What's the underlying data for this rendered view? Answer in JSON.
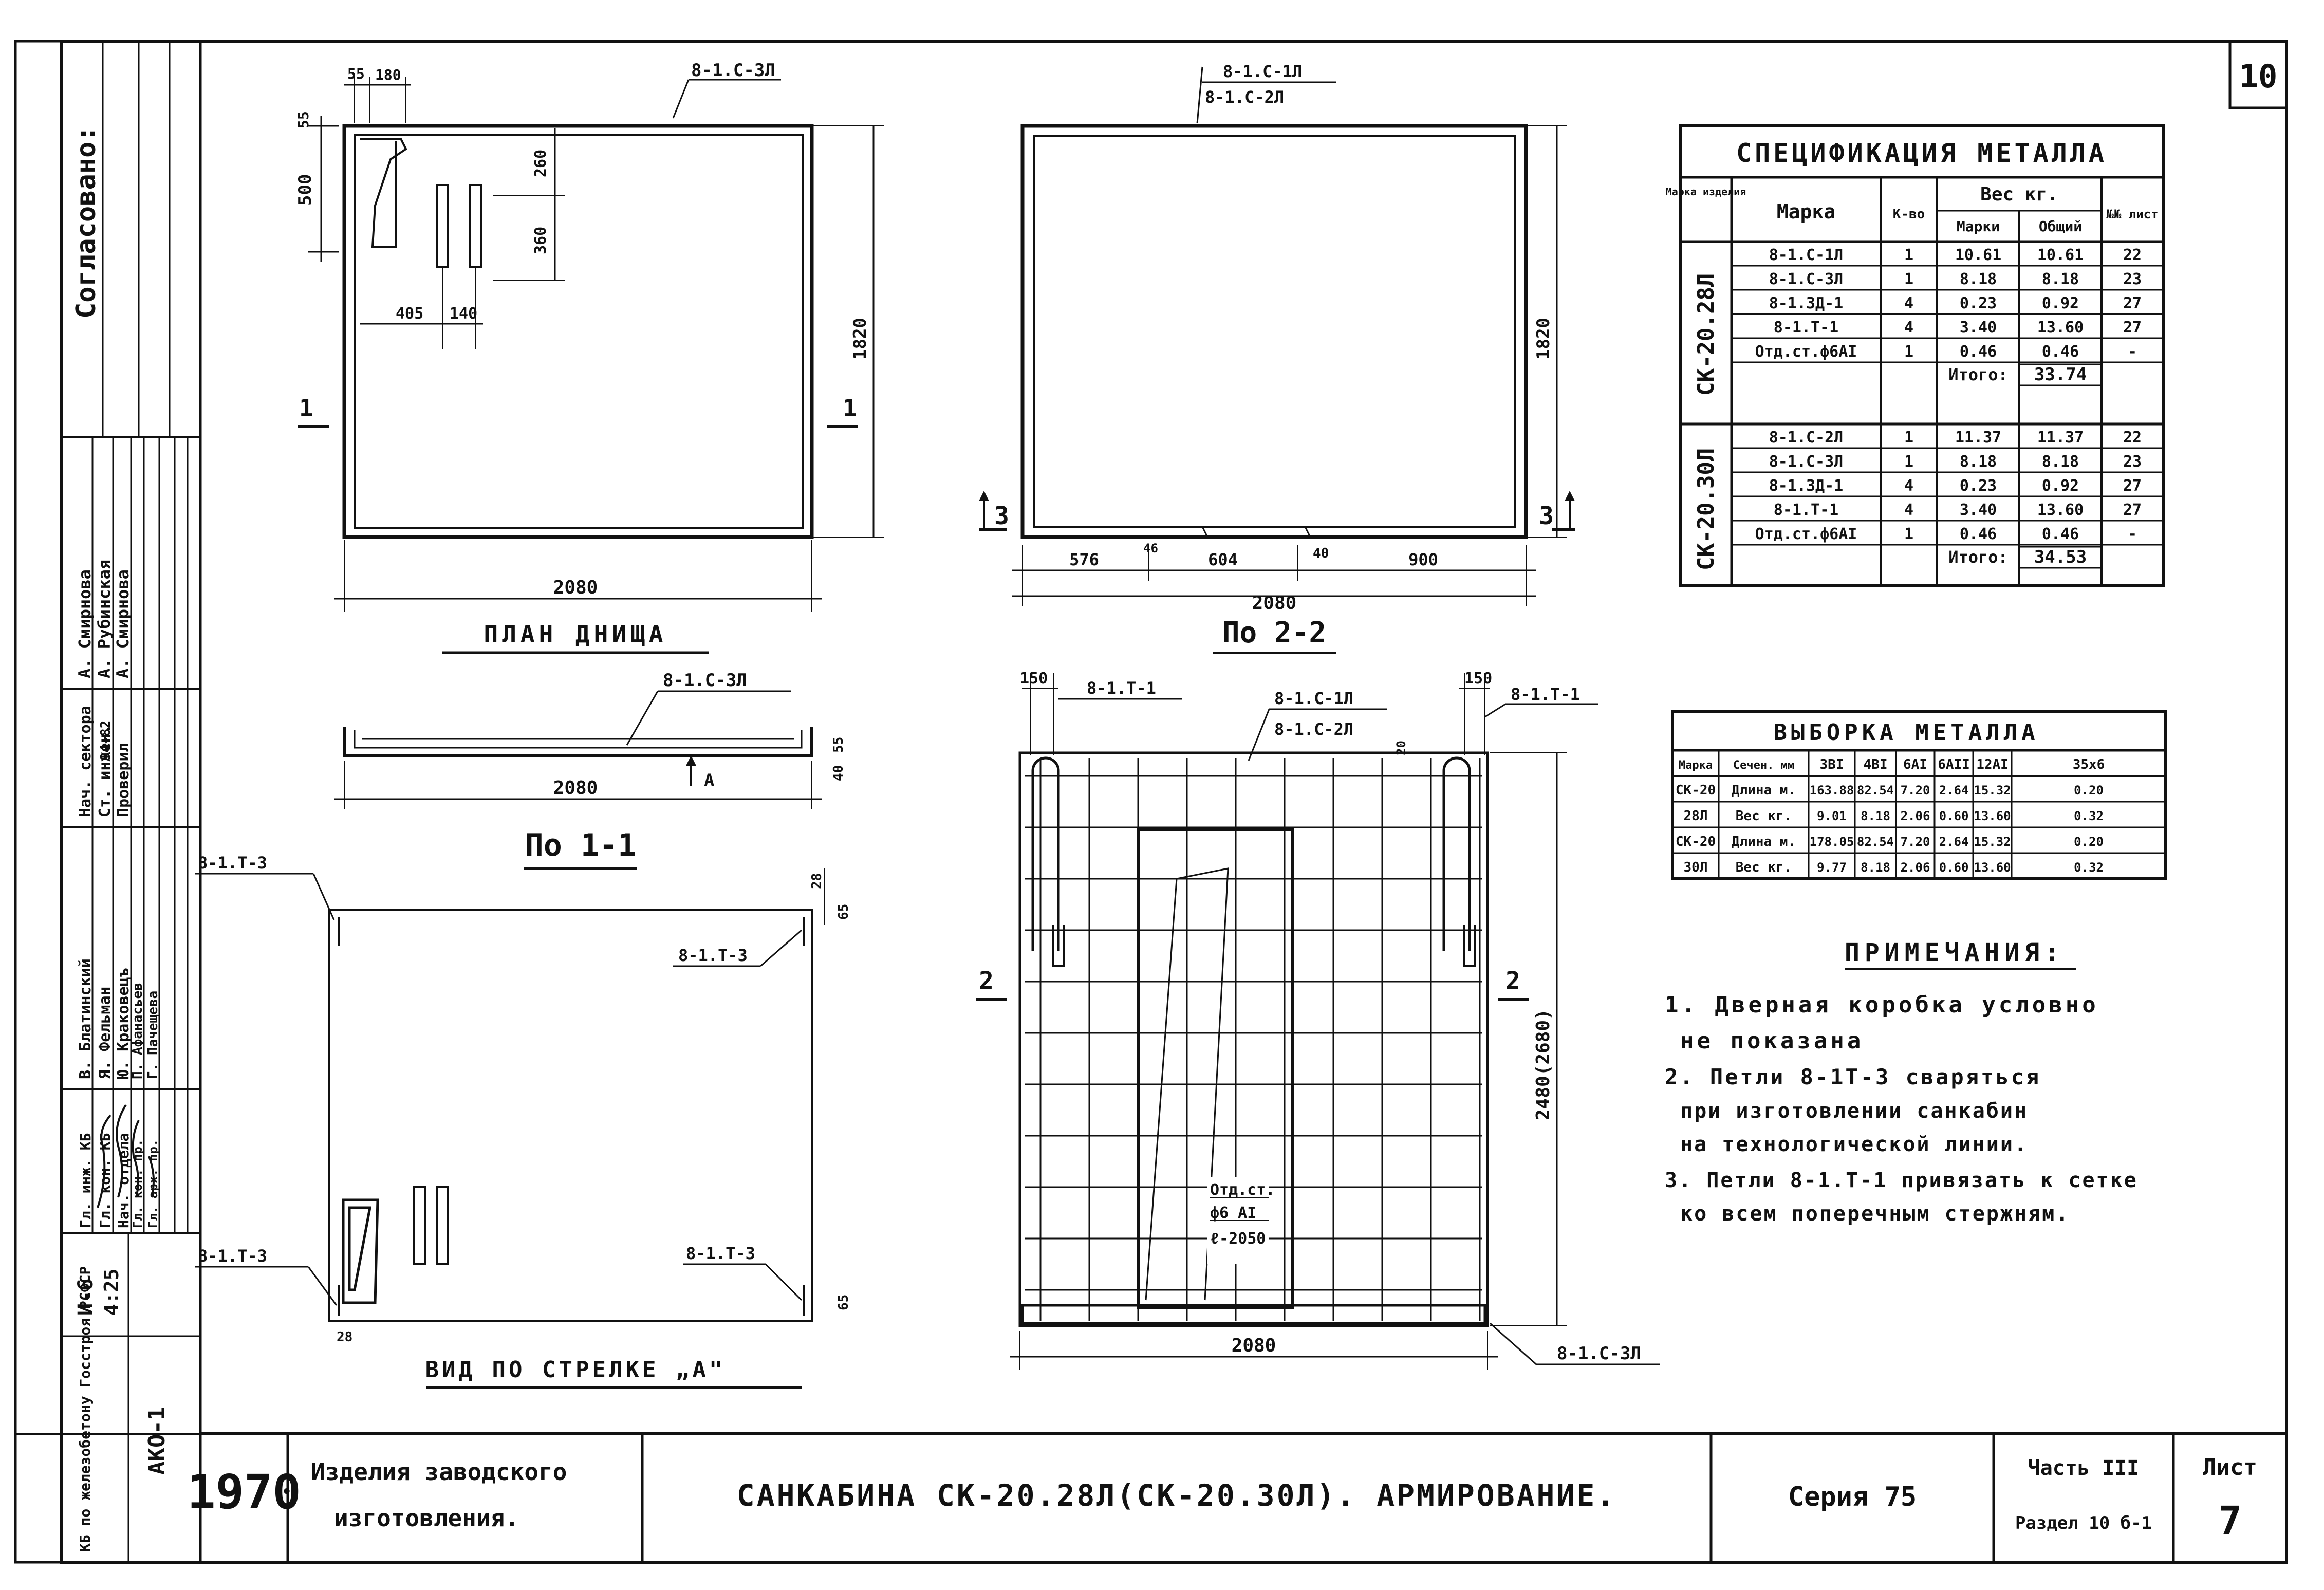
{
  "page_number": "10",
  "stamp": {
    "agreed": "Согласовано:",
    "roles": [
      "Нач. сектора",
      "Ст. инжен.",
      "Проверил",
      "Гл. инж. КБ",
      "Гл. кон. КБ",
      "Нач. отдела",
      "Гл. кон. пр.",
      "Гл. арх. пр."
    ],
    "names": [
      "А. Смирнова",
      "А. Рубинская",
      "А. Смирнова",
      "В. Блатинский",
      "Я. Фельман",
      "Ю. Краковецъ",
      "П. Афанасьев",
      "Г. Пачещева"
    ],
    "sheet_code": "И-6",
    "scale": "4:25",
    "org": "КБ по железобетону Госстроя РСФСР",
    "album": "АКО-1",
    "date_note": "94-82"
  },
  "views": {
    "plan": {
      "title": "ПЛАН ДНИЩА",
      "dims": [
        "55",
        "180",
        "500",
        "360",
        "260",
        "405",
        "140",
        "1820",
        "2080"
      ],
      "callouts": [
        "8-1.С-3Л"
      ],
      "section_marks": [
        "1",
        "1"
      ]
    },
    "section_1_1": {
      "title": "По 1-1",
      "dims": [
        "55",
        "40",
        "2080"
      ],
      "callouts": [
        "8-1.С-3Л"
      ],
      "arrow_label": "А"
    },
    "arrow_view": {
      "title": "ВИД ПО СТРЕЛКЕ „А\"",
      "dims": [
        "28",
        "65",
        "65",
        "28"
      ],
      "callouts": [
        "8-1.Т-3",
        "8-1.Т-3",
        "8-1.Т-3",
        "8-1.Т-3"
      ]
    },
    "section_2_2": {
      "title": "По 2-2",
      "dims": [
        "1820",
        "576",
        "46",
        "604",
        "40",
        "900",
        "2080"
      ],
      "callouts": [
        "8-1.С-1Л",
        "8-1.С-2Л"
      ],
      "section_marks": [
        "3",
        "3"
      ]
    },
    "section_3_3": {
      "dims": [
        "150",
        "150",
        "20",
        "2480(2680)",
        "2080"
      ],
      "callouts": [
        "8-1.Т-1",
        "8-1.Т-1",
        "8-1.С-1Л",
        "8-1.С-2Л",
        "8-1.С-3Л"
      ],
      "section_marks": [
        "2",
        "2"
      ],
      "note_lines": [
        "Отд.ст.",
        "ф6 АI",
        "ℓ-2050"
      ]
    }
  },
  "spec_table": {
    "title": "СПЕЦИФИКАЦИЯ МЕТАЛЛА",
    "headers": [
      "Марка изделия",
      "Марка",
      "К-во",
      "Вес кг.",
      "№№ лист"
    ],
    "subheaders": [
      "Марки",
      "Общий"
    ],
    "groups": [
      {
        "mark": "СК-20.28Л",
        "rows": [
          [
            "8-1.С-1Л",
            "1",
            "10.61",
            "10.61",
            "22"
          ],
          [
            "8-1.С-3Л",
            "1",
            "8.18",
            "8.18",
            "23"
          ],
          [
            "8-1.ЗД-1",
            "4",
            "0.23",
            "0.92",
            "27"
          ],
          [
            "8-1.Т-1",
            "4",
            "3.40",
            "13.60",
            "27"
          ],
          [
            "Отд.ст.ф6АI",
            "1",
            "0.46",
            "0.46",
            "-"
          ]
        ],
        "total_label": "Итого:",
        "total": "33.74"
      },
      {
        "mark": "СК-20.30Л",
        "rows": [
          [
            "8-1.С-2Л",
            "1",
            "11.37",
            "11.37",
            "22"
          ],
          [
            "8-1.С-3Л",
            "1",
            "8.18",
            "8.18",
            "23"
          ],
          [
            "8-1.ЗД-1",
            "4",
            "0.23",
            "0.92",
            "27"
          ],
          [
            "8-1.Т-1",
            "4",
            "3.40",
            "13.60",
            "27"
          ],
          [
            "Отд.ст.ф6АI",
            "1",
            "0.46",
            "0.46",
            "-"
          ]
        ],
        "total_label": "Итого:",
        "total": "34.53"
      }
    ]
  },
  "sample_table": {
    "title": "ВЫБОРКА МЕТАЛЛА",
    "headers": [
      "Марка",
      "Сечен. мм",
      "3ВI",
      "4ВI",
      "6АI",
      "6АII",
      "12АI",
      "35х6"
    ],
    "rows": [
      [
        "СК-20",
        "Длина м.",
        "163.88",
        "82.54",
        "7.20",
        "2.64",
        "15.32",
        "0.20"
      ],
      [
        "28Л",
        "Вес кг.",
        "9.01",
        "8.18",
        "2.06",
        "0.60",
        "13.60",
        "0.32"
      ],
      [
        "СК-20",
        "Длина м.",
        "178.05",
        "82.54",
        "7.20",
        "2.64",
        "15.32",
        "0.20"
      ],
      [
        "30Л",
        "Вес кг.",
        "9.77",
        "8.18",
        "2.06",
        "0.60",
        "13.60",
        "0.32"
      ]
    ]
  },
  "notes": {
    "title": "ПРИМЕЧАНИЯ:",
    "lines": [
      "1. Дверная коробка условно",
      "не показана",
      "2. Петли 8-1Т-3 сваряться",
      "при изготовлении санкабин",
      "на технологической линии.",
      "3. Петли 8-1.Т-1 привязать к сетке",
      "ко всем поперечным стержням."
    ]
  },
  "title_block": {
    "year": "1970",
    "category": [
      "Изделия заводского",
      "изготовления."
    ],
    "title": "САНКАБИНА СК-20.28Л(СК-20.30Л). АРМИРОВАНИЕ.",
    "series": "Серия 75",
    "part_label": "Часть III",
    "section_label": "Раздел 10 б-1",
    "sheet_label": "Лист",
    "sheet_no": "7"
  }
}
